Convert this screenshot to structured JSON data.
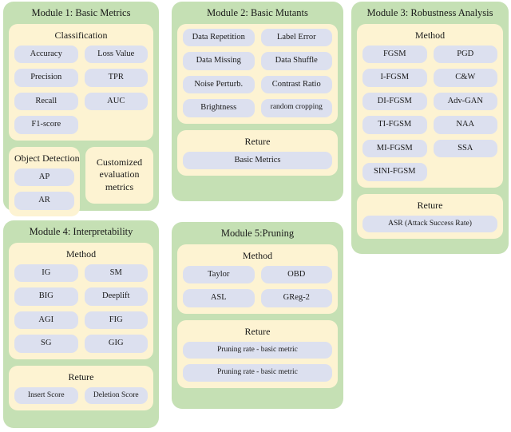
{
  "palette": {
    "panel_green": "#c5e0b4",
    "card_cream": "#fdf3d2",
    "pill_lavender": "#dce0ef",
    "background": "#ffffff",
    "text": "#1a1a1a"
  },
  "modules": {
    "m1": {
      "title": "Module 1: Basic Metrics",
      "classification": {
        "title": "Classification",
        "items": [
          "Accuracy",
          "Loss Value",
          "Precision",
          "TPR",
          "Recall",
          "AUC",
          "F1-score"
        ]
      },
      "object_detection": {
        "title": "Object Detection",
        "items": [
          "AP",
          "AR"
        ]
      },
      "customized": {
        "text": "Customized evaluation metrics"
      }
    },
    "m2": {
      "title": "Module 2: Basic Mutants",
      "mutants": {
        "items": [
          "Data Repetition",
          "Label Error",
          "Data Missing",
          "Data Shuffle",
          "Noise Perturb.",
          "Contrast Ratio",
          "Brightness",
          "random cropping"
        ]
      },
      "reture": {
        "title": "Reture",
        "items": [
          "Basic Metrics"
        ]
      }
    },
    "m3": {
      "title": "Module 3: Robustness Analysis",
      "method": {
        "title": "Method",
        "items": [
          "FGSM",
          "PGD",
          "I-FGSM",
          "C&W",
          "DI-FGSM",
          "Adv-GAN",
          "TI-FGSM",
          "NAA",
          "MI-FGSM",
          "SSA",
          "SINI-FGSM"
        ]
      },
      "reture": {
        "title": "Reture",
        "items": [
          "ASR (Attack Success Rate)"
        ]
      }
    },
    "m4": {
      "title": "Module 4: Interpretability",
      "method": {
        "title": "Method",
        "items": [
          "IG",
          "SM",
          "BIG",
          "Deeplift",
          "AGI",
          "FIG",
          "SG",
          "GIG"
        ]
      },
      "reture": {
        "title": "Reture",
        "items": [
          "Insert Score",
          "Deletion Score"
        ]
      }
    },
    "m5": {
      "title": "Module 5:Pruning",
      "method": {
        "title": "Method",
        "items": [
          "Taylor",
          "OBD",
          "ASL",
          "GReg-2"
        ]
      },
      "reture": {
        "title": "Reture",
        "items": [
          "Pruning rate - basic metric",
          "Pruning rate - basic metric"
        ]
      }
    }
  }
}
